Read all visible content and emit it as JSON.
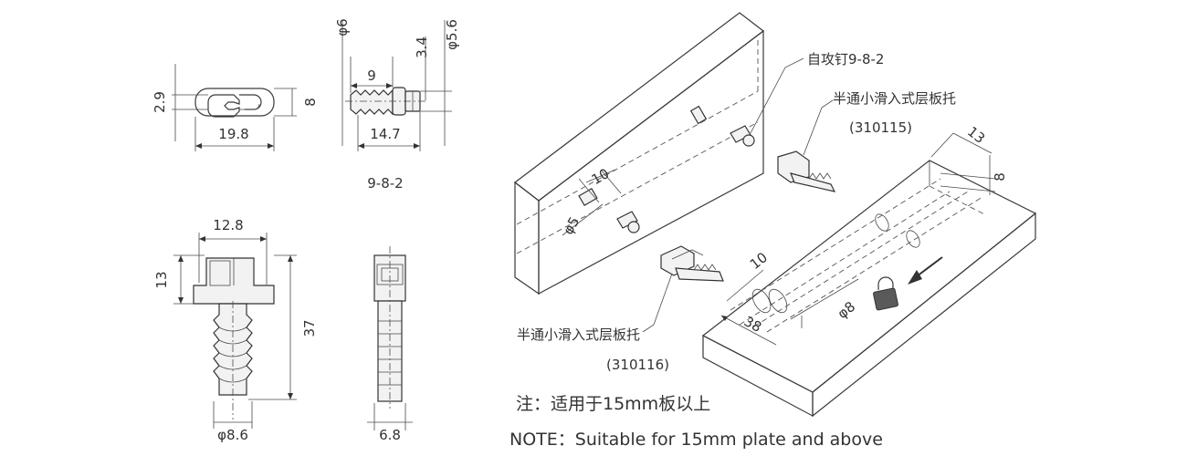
{
  "views": {
    "top_left": {
      "dim_height_small": "2.9",
      "dim_height": "8",
      "dim_width": "19.8"
    },
    "top_right": {
      "dim_phi_6": "φ6",
      "dim_9": "9",
      "dim_3_4": "3.4",
      "dim_phi_5_6": "φ5.6",
      "dim_14_7": "14.7",
      "caption": "9-8-2"
    },
    "bottom_left": {
      "dim_12_8": "12.8",
      "dim_13": "13",
      "dim_37": "37",
      "dim_phi_8_6": "φ8.6"
    },
    "bottom_right": {
      "dim_6_8": "6.8"
    }
  },
  "assembly": {
    "label_screw": "自攻钉9-8-2",
    "label_support_a": "半通小滑入式层板托",
    "label_support_a_code": "(310115)",
    "label_support_b": "半通小滑入式层板托",
    "label_support_b_code": "(310116)",
    "dim_10_top": "10",
    "dim_phi_5": "φ5",
    "dim_13": "13",
    "dim_8": "8",
    "dim_10_bottom": "10",
    "dim_38": "38",
    "dim_phi_8": "φ8",
    "lock_icon": "lock-icon",
    "arrow_icon": "arrow-down-left-icon"
  },
  "notes": {
    "cn": "注：适用于15mm板以上",
    "en": "NOTE：Suitable for 15mm plate and above"
  }
}
